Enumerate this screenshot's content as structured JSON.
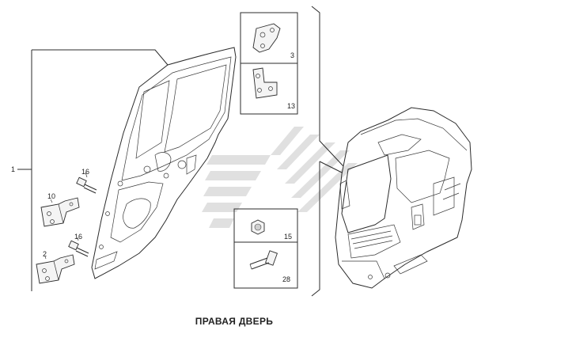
{
  "caption": "ПРАВАЯ ДВЕРЬ",
  "callouts": {
    "door": "1",
    "bolt_upper": "16",
    "hinge_upper": "10",
    "bolt_lower": "16",
    "hinge_lower": "2",
    "striker_plate": "3",
    "bracket": "13",
    "nut": "15",
    "screw": "28"
  }
}
